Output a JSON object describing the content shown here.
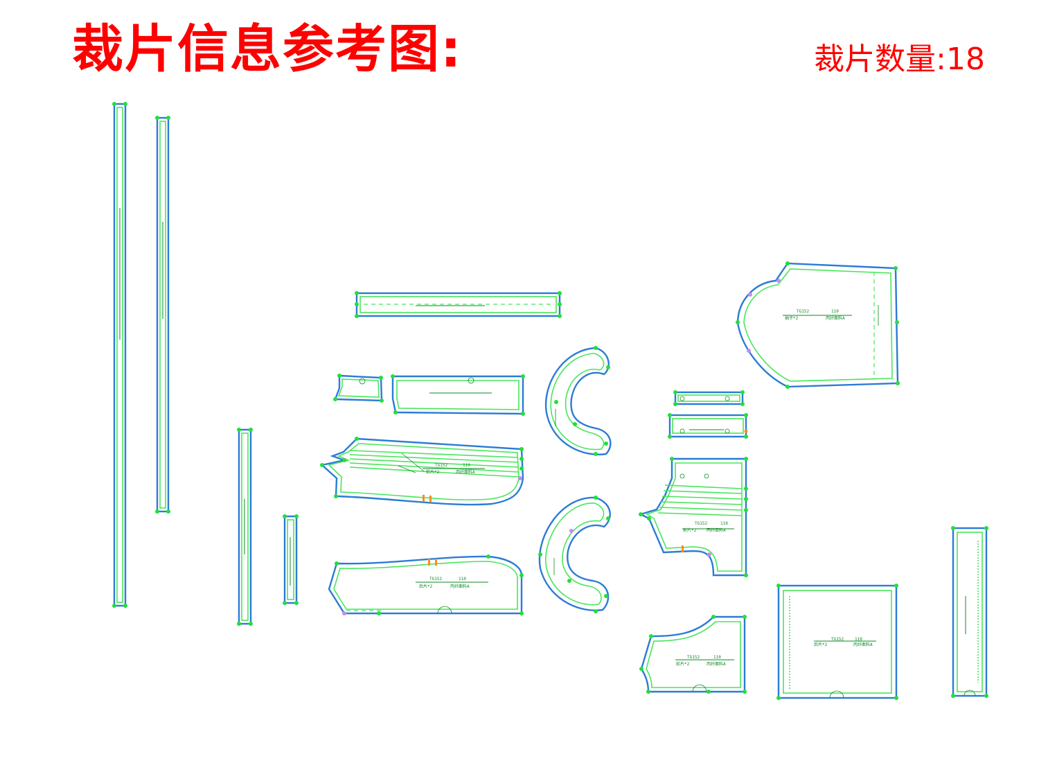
{
  "header": {
    "title": "裁片信息参考图:",
    "count_label": "裁片数量:",
    "count_value": "18"
  },
  "colors": {
    "title": "#ff0000",
    "cut_line": "#2b7bd6",
    "seam_line": "#46e65a",
    "point": "#1fe03a",
    "notch_orange": "#ff8a1c",
    "notch_violet": "#c48cf0",
    "annotation_text": "#0b8a22"
  },
  "piece_labels": {
    "style_code": "TG152",
    "size": "110",
    "sleeve": "袖子*2",
    "front": "前片*2",
    "back": "后片*2",
    "fabric": "丙纤面料A"
  }
}
